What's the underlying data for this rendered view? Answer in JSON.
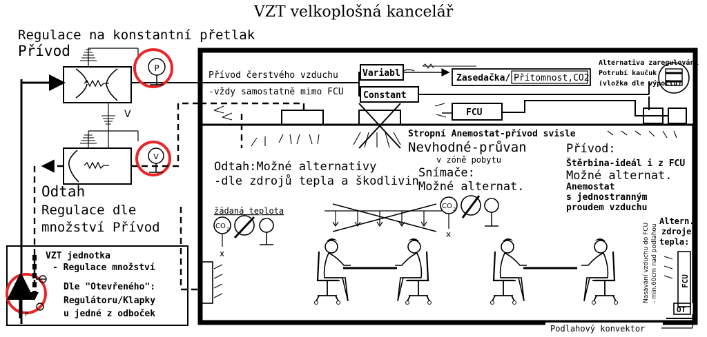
{
  "title": "VZT velkoplošná kancelář",
  "left": {
    "supply_control": "Regulace na konstantní přetlak",
    "supply": "Přívod",
    "v_label": "V",
    "p_sensor": "P",
    "v_sensor": "V",
    "exhaust": "Odtah",
    "exhaust_control_1": "Regulace dle",
    "exhaust_control_2": "množství Přívod",
    "unit_line1": "VZT jednotka",
    "unit_line2": "- Regulace množství",
    "unit_line3": "Dle \"Otevřeného\":",
    "unit_line4": "Regulátoru/Klapky",
    "unit_line5": "u jedné z odboček",
    "small_p": "P"
  },
  "room": {
    "fresh_air": "Přívod čerstvého vzduchu",
    "fresh_air_note": "-vždy samostatně mimo FCU",
    "variabl": "Variabl",
    "constant": "Constant",
    "meeting": "Zasedačka/",
    "presence": "Přítomnost,CO2",
    "alternative_1": "Alternativa zaregulování",
    "alternative_2": "Potrubí kaučuk",
    "alternative_3": "(vložka dle výpočtu)",
    "fcu": "FCU",
    "ceiling_anemostat": "Stropní Anemostat-přívod svisle",
    "unsuitable": "Nevhodné-průvan",
    "in_zone": "v zóně pobytu",
    "exhaust_alt_1": "Odtah:Možné alternativy",
    "exhaust_alt_2": "-dle zdrojů tepla a škodlivin",
    "sensors_1": "Snímače:",
    "sensors_2": "Možné alternat.",
    "supply_title": "Přívod:",
    "slot": "Štěrbina-ideál i z FCU",
    "possible": "Možné alternat.",
    "anemostat_1": "Anemostat",
    "anemostat_2": "s jednostranným",
    "anemostat_3": "proudem vzduchu",
    "setpoint": "žádaná teplota",
    "co2": "CO",
    "co2_sub": "2",
    "x_mark": "x",
    "fcu_intake_1": "Nasávání vzduchu do FCU",
    "fcu_intake_2": "- min.60cm nad podlahou",
    "alt_heat_1": "Altern.",
    "alt_heat_2": "zdroje",
    "alt_heat_3": "tepla:",
    "fcu_vertical": "FCU",
    "ot": "OT",
    "floor_convector": "Podlahový konvektor"
  },
  "colors": {
    "ink": "#000000",
    "sensor_ring": "#e8262a",
    "background": "#ffffff"
  }
}
